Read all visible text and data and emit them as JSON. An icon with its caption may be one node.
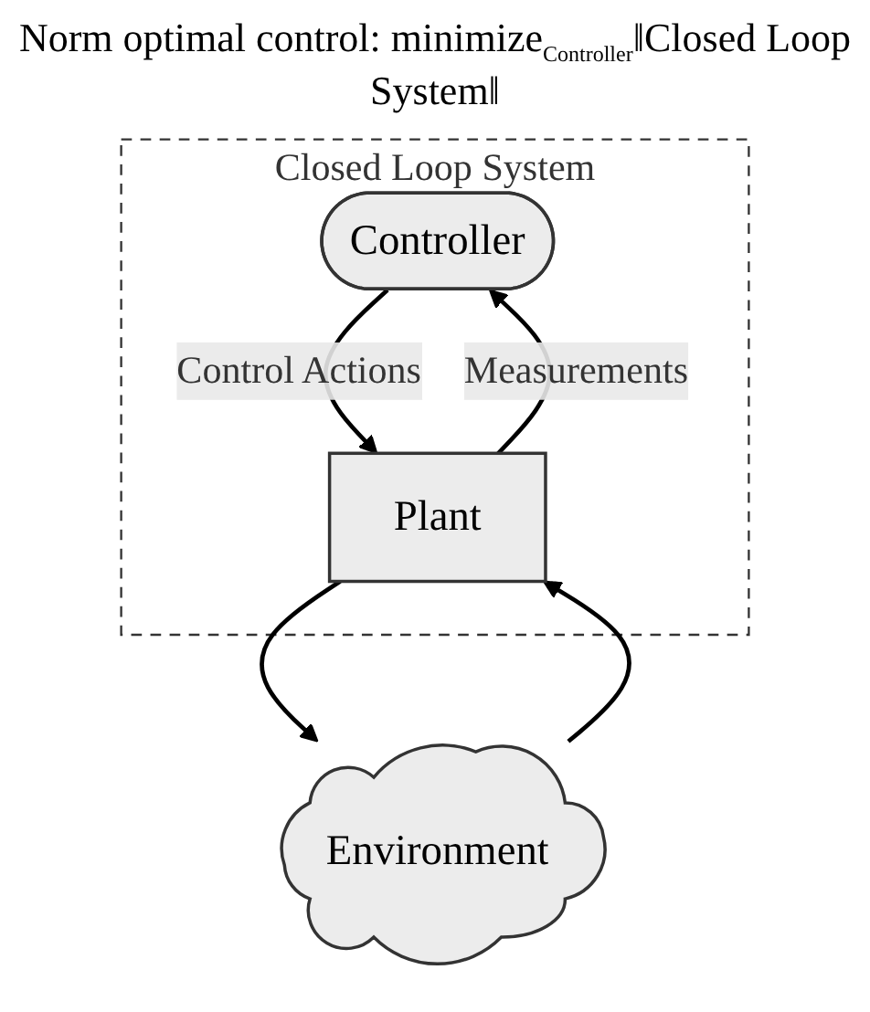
{
  "diagram": {
    "title": "Norm optimal control: minimize$_{Controller}$‖Closed Loop System‖",
    "nodes": [
      {
        "text": [
          "Closed Loop System"
        ]
      },
      {
        "text": [
          "Controller"
        ],
        "in": 0
      },
      {
        "text": [
          "Plant"
        ],
        "in": 0
      },
      {
        "text": [
          "Environment"
        ]
      }
    ],
    "edges": [
      {
        "from": 2,
        "to": 1,
        "arrow": "to",
        "label": "Measurements"
      },
      {
        "from": 1,
        "to": 2,
        "arrow": "to",
        "label": "Control Actions"
      },
      {
        "from": 2,
        "to": 3,
        "arrow": "to"
      },
      {
        "from": 3,
        "to": 2,
        "arrow": "to"
      }
    ]
  }
}
